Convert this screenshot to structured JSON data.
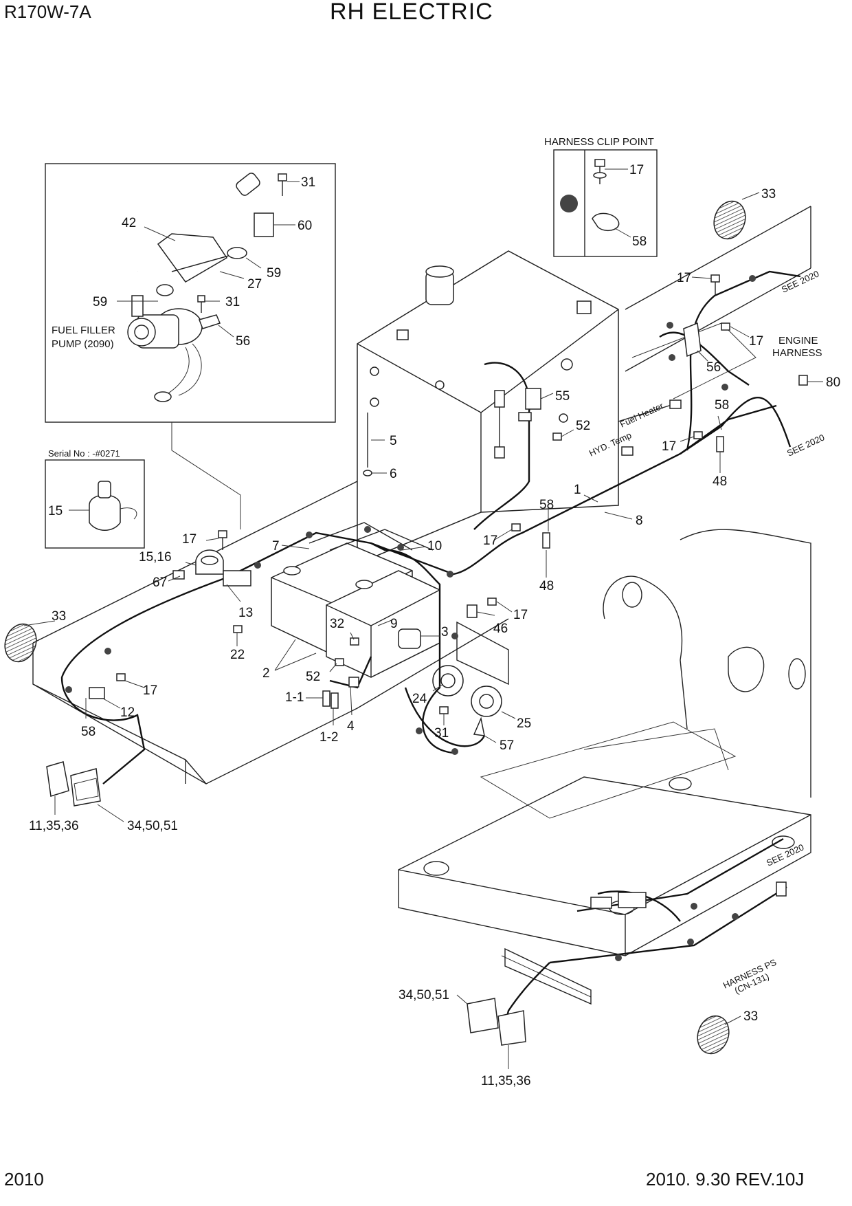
{
  "header": {
    "model": "R170W-7A",
    "title": "RH ELECTRIC"
  },
  "footer": {
    "page_number": "2010",
    "revision": "2010. 9.30  REV.10J"
  },
  "insets": {
    "fuel_filler_pump": "FUEL FILLER\nPUMP (2090)",
    "serial": "Serial No : -#0271",
    "harness_clip_point": "HARNESS CLIP POINT"
  },
  "annotations": {
    "engine_harness": "ENGINE\nHARNESS",
    "see_2020": "SEE 2020",
    "hyd_temp": "HYD. Temp",
    "fuel_heater": "Fuel Heater",
    "harness_ps": "HARNESS PS\n(CN-131)"
  },
  "callouts": [
    "31",
    "60",
    "42",
    "59",
    "27",
    "59",
    "31",
    "56",
    "17",
    "58",
    "33",
    "17",
    "17",
    "56",
    "80",
    "58",
    "17",
    "48",
    "55",
    "52",
    "5",
    "6",
    "1",
    "8",
    "15",
    "17",
    "15,16",
    "7",
    "10",
    "58",
    "17",
    "48",
    "67",
    "13",
    "9",
    "3",
    "32",
    "46",
    "17",
    "33",
    "22",
    "2",
    "52",
    "17",
    "1-1",
    "24",
    "25",
    "12",
    "58",
    "4",
    "1-2",
    "31",
    "57",
    "11,35,36",
    "34,50,51",
    "34,50,51",
    "33",
    "11,35,36"
  ]
}
